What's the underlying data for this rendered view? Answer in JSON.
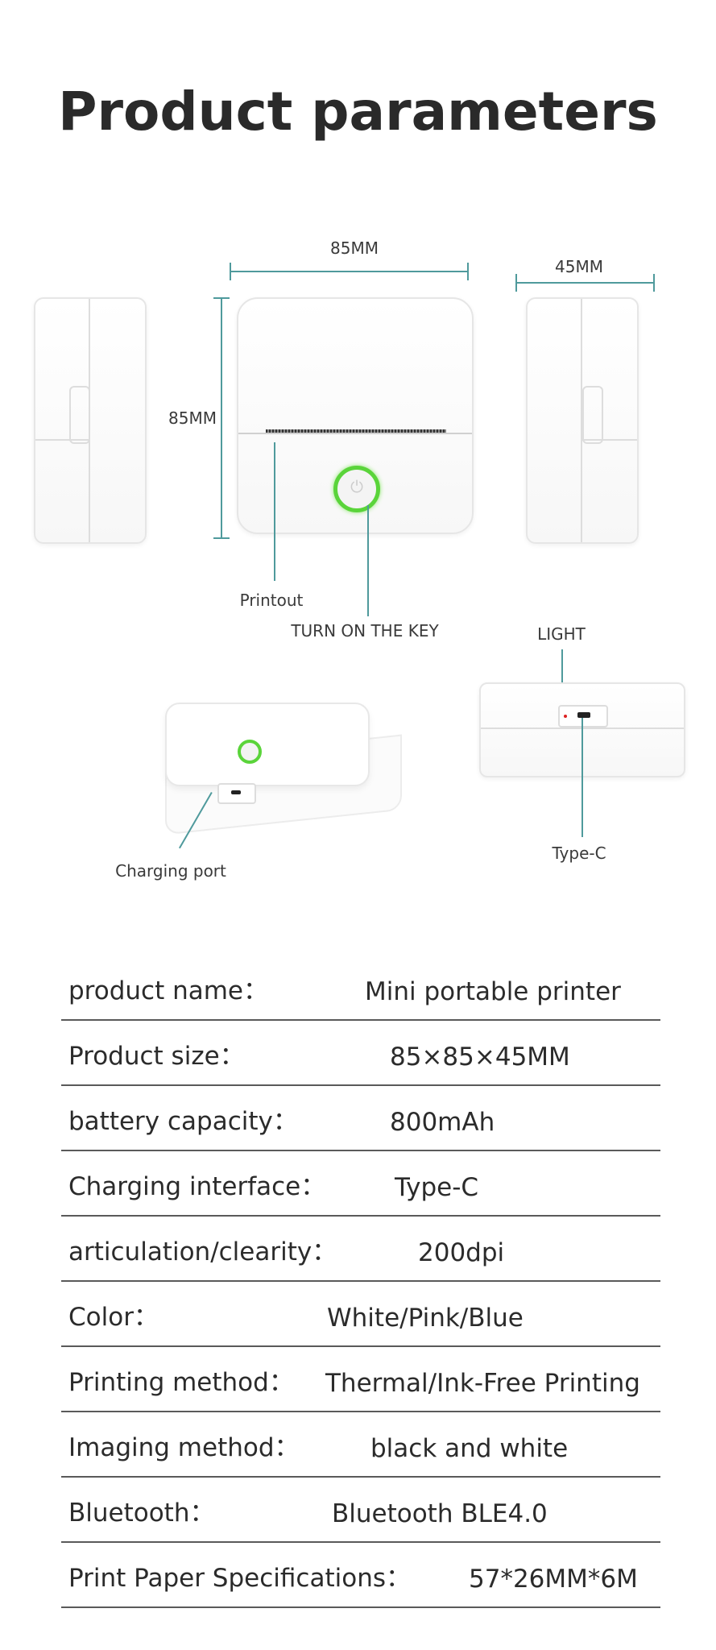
{
  "title": "Product parameters",
  "diagram": {
    "width_label": "85MM",
    "depth_label": "45MM",
    "height_label": "85MM",
    "printout_label": "Printout",
    "power_key_label": "TURN ON THE KEY",
    "light_label": "LIGHT",
    "typec_label": "Type-C",
    "charging_port_label": "Charging port",
    "accent_color": "#4f9a9c",
    "button_ring_color": "#5ad43a"
  },
  "specs": [
    {
      "label": "product name：",
      "value": "Mini portable  printer"
    },
    {
      "label": "Product size：",
      "value": "85×85×45MM"
    },
    {
      "label": "battery capacity：",
      "value": "800mAh"
    },
    {
      "label": "Charging interface：",
      "value": "Type-C"
    },
    {
      "label": "articulation/clearity：",
      "value": "200dpi"
    },
    {
      "label": "Color：",
      "value": "White/Pink/Blue"
    },
    {
      "label": "Printing method：",
      "value": "Thermal/Ink-Free Printing"
    },
    {
      "label": "Imaging method：",
      "value": "black and white"
    },
    {
      "label": "Bluetooth：",
      "value": "Bluetooth BLE4.0"
    },
    {
      "label": "Print Paper Specifications：",
      "value": "57*26MM*6M"
    }
  ]
}
